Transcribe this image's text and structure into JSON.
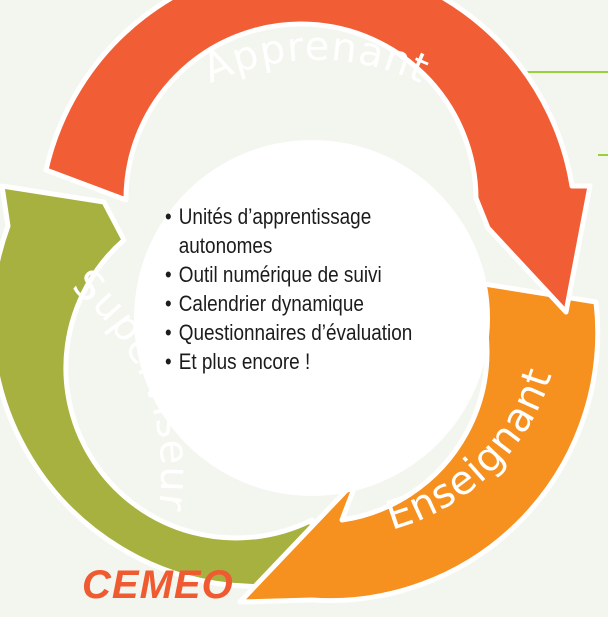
{
  "diagram": {
    "segments": [
      {
        "label": "Apprenant",
        "color": "#f15d35"
      },
      {
        "label": "Enseignant",
        "color": "#f6901e"
      },
      {
        "label": "Superviseur",
        "color": "#a6b13f"
      }
    ],
    "center_items": [
      "Unités d’apprentissage autonomes",
      "Outil numérique de suivi",
      "Calendrier dynamique",
      "Questionnaires d’évaluation",
      "Et plus encore !"
    ],
    "accent_line_color": "#9ccf3c"
  },
  "brand": {
    "text": "CEMEO"
  }
}
